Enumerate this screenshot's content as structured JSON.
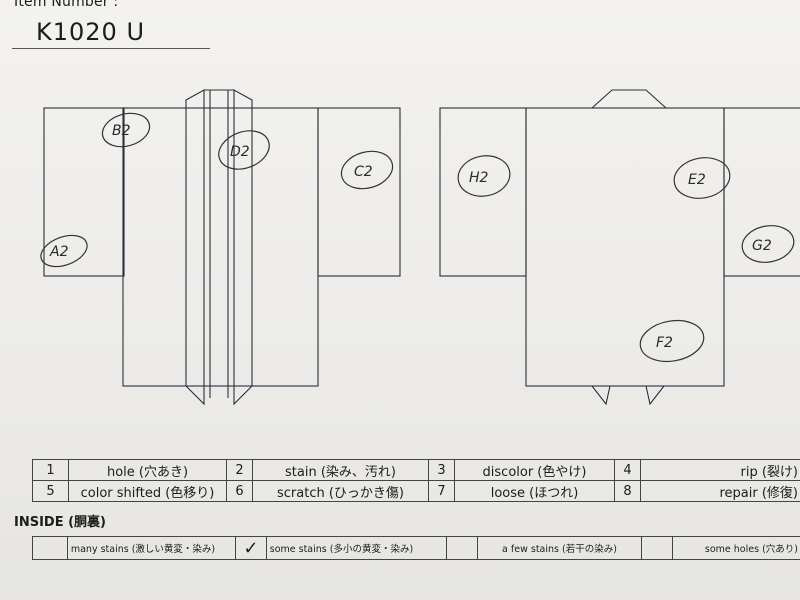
{
  "header": {
    "item_label": "Item Number :",
    "item_number": "K1020  U"
  },
  "front_marks": [
    "B2",
    "D2",
    "C2",
    "A2"
  ],
  "back_marks": [
    "H2",
    "E2",
    "G2",
    "F2"
  ],
  "legend": {
    "rows": [
      [
        {
          "num": "1",
          "label": "hole (穴あき)"
        },
        {
          "num": "2",
          "label": "stain (染み、汚れ)"
        },
        {
          "num": "3",
          "label": "discolor (色やけ)"
        },
        {
          "num": "4",
          "label": "rip (裂け)"
        }
      ],
      [
        {
          "num": "5",
          "label": "color shifted (色移り)"
        },
        {
          "num": "6",
          "label": "scratch (ひっかき傷)"
        },
        {
          "num": "7",
          "label": "loose (ほつれ)"
        },
        {
          "num": "8",
          "label": "repair (修復)"
        }
      ]
    ]
  },
  "inside": {
    "title": "INSIDE (胴裏)",
    "options": [
      {
        "label": "many stains (激しい黄変・染み)",
        "checked": false
      },
      {
        "label": "some stains (多小の黄変・染み)",
        "checked": true
      },
      {
        "label": "a few stains (若干の染み)",
        "checked": false
      },
      {
        "label": "some holes (穴あり)",
        "checked": false
      }
    ],
    "check_mark": "✓"
  }
}
